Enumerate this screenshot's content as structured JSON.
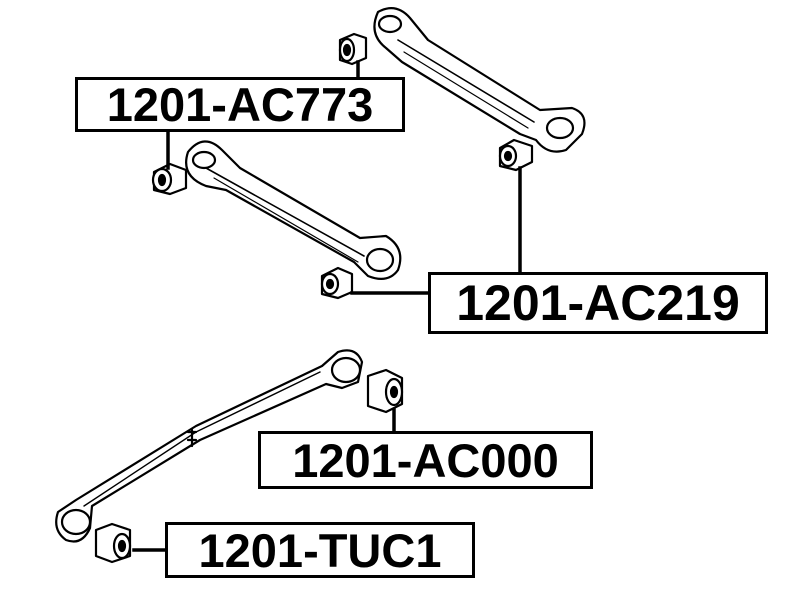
{
  "parts": [
    {
      "id": "ac773",
      "label": "1201-AC773"
    },
    {
      "id": "ac219",
      "label": "1201-AC219"
    },
    {
      "id": "ac000",
      "label": "1201-AC000"
    },
    {
      "id": "tuc1",
      "label": "1201-TUC1"
    }
  ],
  "colors": {
    "ink": "#000000",
    "background": "#ffffff",
    "part_fill": "#ffffff"
  }
}
